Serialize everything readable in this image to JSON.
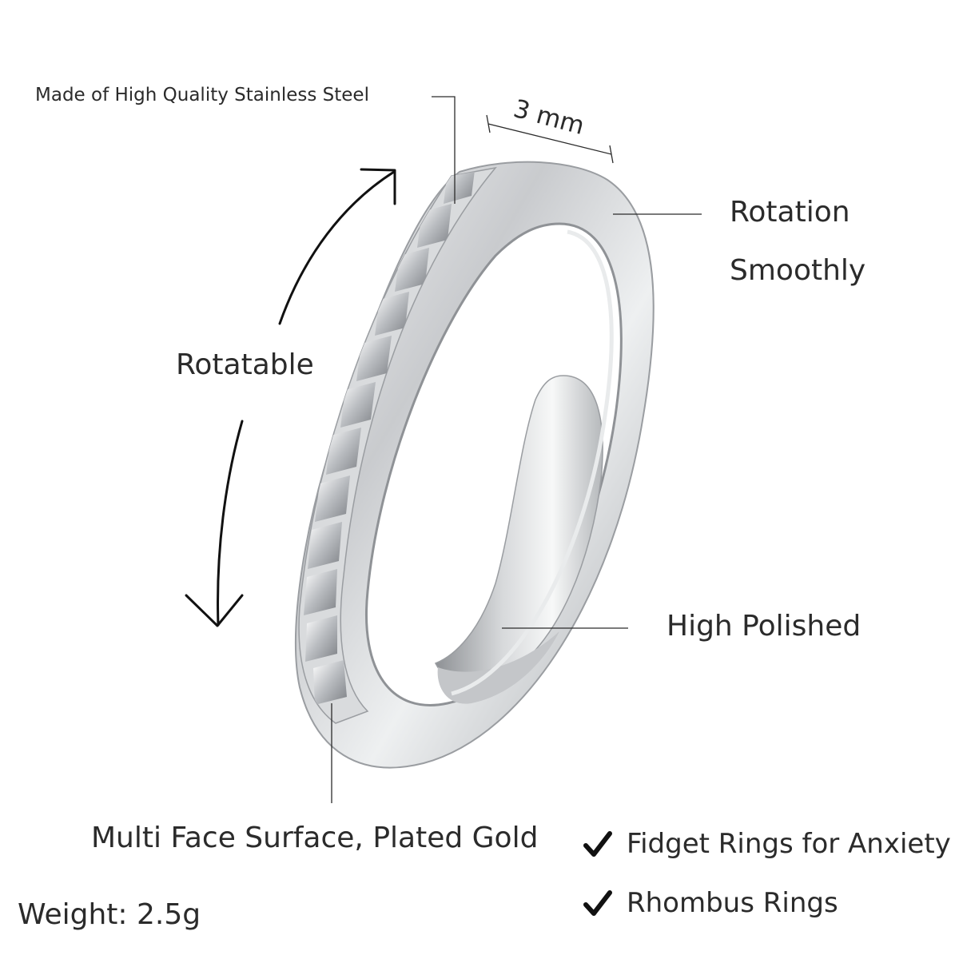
{
  "labels": {
    "material": "Made of High Quality Stainless Steel",
    "width": "3 mm",
    "rotation_line1": "Rotation",
    "rotation_line2": "Smoothly",
    "rotatable": "Rotatable",
    "polished": "High Polished",
    "surface": "Multi Face Surface, Plated Gold",
    "weight": "Weight: 2.5g"
  },
  "features": [
    {
      "icon": "check-icon",
      "label": "Fidget Rings for Anxiety"
    },
    {
      "icon": "check-icon",
      "label": "Rhombus Rings"
    }
  ],
  "colors": {
    "background": "#ffffff",
    "text": "#2b2b2b",
    "ring_silver": "#c7c9cc"
  }
}
